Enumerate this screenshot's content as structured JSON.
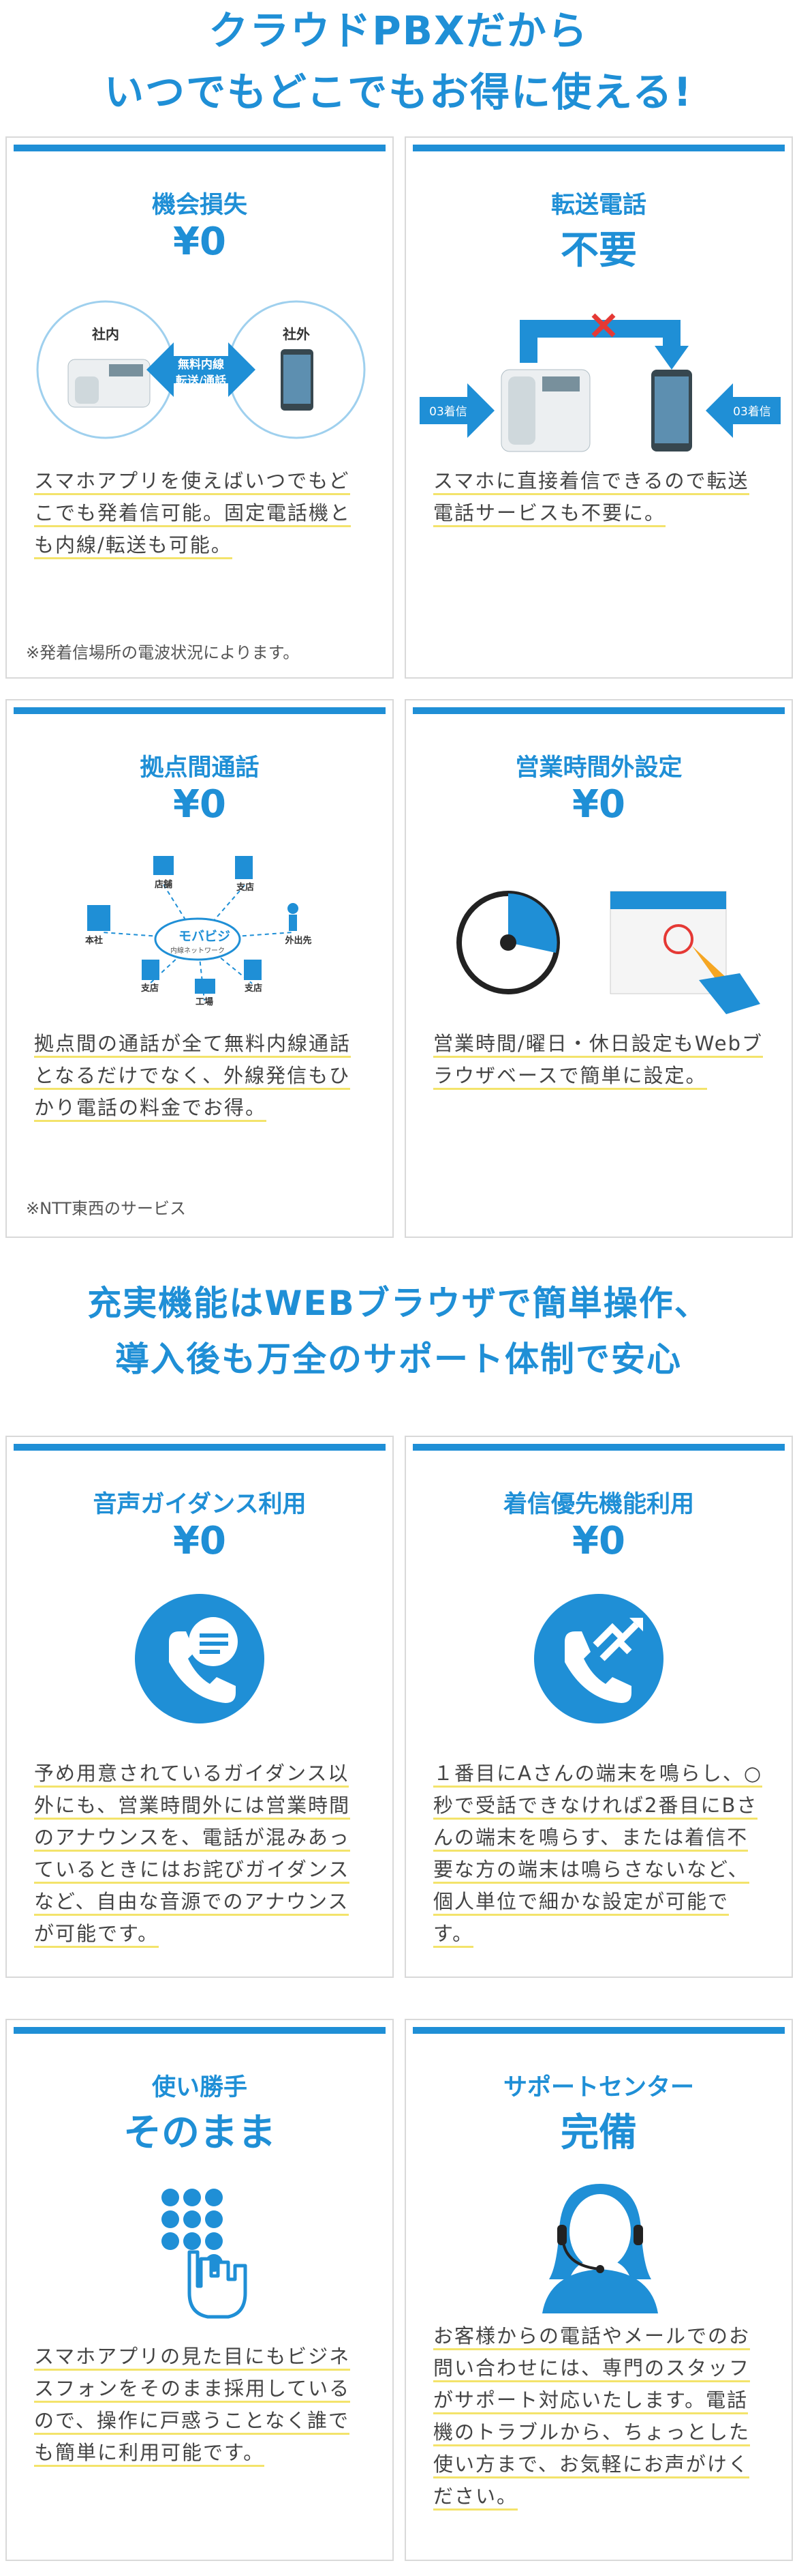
{
  "headline1": {
    "line1": "クラウドPBXだから",
    "line2": "いつでもどこでもお得に使える!"
  },
  "headline2": {
    "line1": "充実機能はWEBブラウザで簡単操作、",
    "line2": "導入後も万全のサポート体制で安心"
  },
  "cards": [
    {
      "title": "機会損失",
      "big": "¥0",
      "illus": {
        "left": "社内",
        "right": "社外",
        "arrow1": "無料内線",
        "arrow2": "転送/通話"
      },
      "desc": "スマホアプリを使えばいつでもどこでも発着信可能。固定電話機とも内線/転送も可能。",
      "note": "※発着信場所の電波状況によります。"
    },
    {
      "title": "転送電話",
      "big": "不要",
      "illus": {
        "left_tag": "03着信",
        "right_tag": "03着信"
      },
      "desc": "スマホに直接着信できるので転送電話サービスも不要に。"
    },
    {
      "title": "拠点間通話",
      "big": "¥0",
      "illus": {
        "hub": "モバビジ",
        "hub_sub": "内線ネットワーク",
        "n1": "店舗",
        "n2": "支店",
        "n3": "本社",
        "n4": "外出先",
        "n5": "支店",
        "n6": "工場",
        "n7": "支店"
      },
      "desc": "拠点間の通話が全て無料内線通話となるだけでなく、外線発信もひかり電話の料金でお得。",
      "note": "※NTT東西のサービス"
    },
    {
      "title": "営業時間外設定",
      "big": "¥0",
      "desc": "営業時間/曜日・休日設定もWebブラウザベースで簡単に設定。"
    },
    {
      "title": "音声ガイダンス利用",
      "big": "¥0",
      "desc": "予め用意されているガイダンス以外にも、営業時間外には営業時間のアナウンスを、電話が混みあっているときにはお詫びガイダンスなど、自由な音源でのアナウンスが可能です。"
    },
    {
      "title": "着信優先機能利用",
      "big": "¥0",
      "desc": "１番目にAさんの端末を鳴らし、○秒で受話できなければ2番目にBさんの端末を鳴らす、または着信不要な方の端末は鳴らさないなど、個人単位で細かな設定が可能です。"
    },
    {
      "title": "使い勝手",
      "big": "そのまま",
      "desc": "スマホアプリの見た目にもビジネスフォンをそのまま採用しているので、操作に戸惑うことなく誰でも簡単に利用可能です。"
    },
    {
      "title": "サポートセンター",
      "big": "完備",
      "desc": "お客様からの電話やメールでのお問い合わせには、専門のスタッフがサポート対応いたします。電話機のトラブルから、ちょっとした使い方まで、お気軽にお声がけください。"
    }
  ],
  "colors": {
    "accent": "#1f8fd6",
    "underline": "#f3e36b",
    "border": "#d9d9d9",
    "red": "#e53935",
    "orange": "#f5a623"
  },
  "icons": [
    "phone-chat-icon",
    "phone-transfer-icon",
    "keypad-hand-icon",
    "headset-operator-icon",
    "clock-icon",
    "calendar-icon"
  ]
}
